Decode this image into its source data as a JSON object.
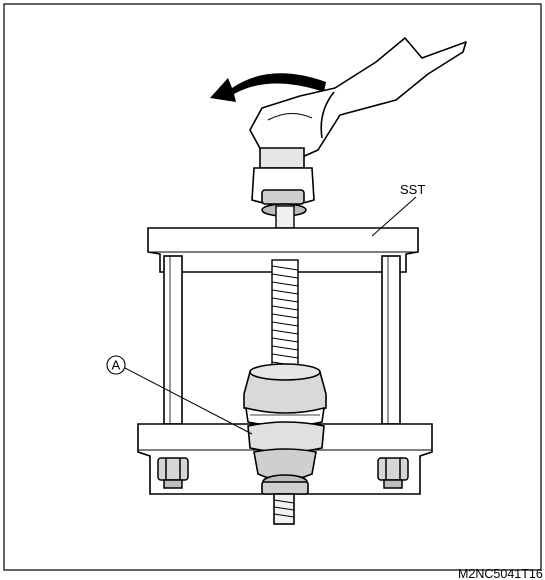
{
  "figure": {
    "callouts": {
      "tool_label": "SST",
      "part_label": "A"
    },
    "figure_code": "M2NC5041T16",
    "rotation_direction": "counterclockwise"
  }
}
